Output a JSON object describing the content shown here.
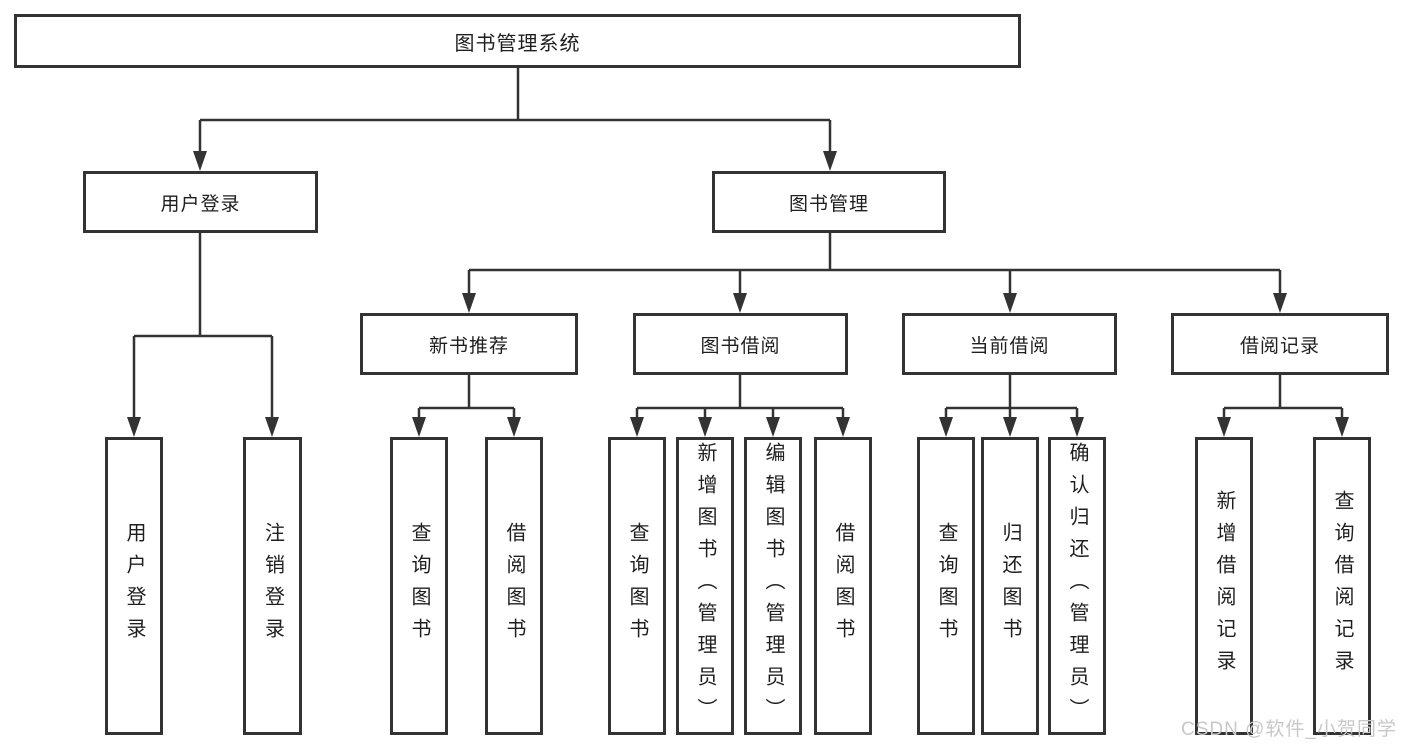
{
  "diagram": {
    "type": "function-structure-tree",
    "colors": {
      "line": "#333333",
      "box_border": "#333333",
      "box_background": "#ffffff",
      "text": "#1f1f1f",
      "watermark": "#c8c8c8"
    },
    "watermark": "CSDN @软件_小贺同学",
    "nodes": {
      "root": {
        "label": "图书管理系统"
      },
      "level2": [
        {
          "label": "用户登录"
        },
        {
          "label": "图书管理"
        }
      ],
      "level3": [
        {
          "label": "新书推荐",
          "parent": "图书管理"
        },
        {
          "label": "图书借阅",
          "parent": "图书管理"
        },
        {
          "label": "当前借阅",
          "parent": "图书管理"
        },
        {
          "label": "借阅记录",
          "parent": "图书管理"
        }
      ],
      "leaves": [
        {
          "label": "用户登录",
          "parent": "用户登录"
        },
        {
          "label": "注销登录",
          "parent": "用户登录"
        },
        {
          "label": "查询图书",
          "parent": "新书推荐"
        },
        {
          "label": "借阅图书",
          "parent": "新书推荐"
        },
        {
          "label": "查询图书",
          "parent": "图书借阅"
        },
        {
          "label": "新增图书（管理员）",
          "parent": "图书借阅"
        },
        {
          "label": "编辑图书（管理员）",
          "parent": "图书借阅"
        },
        {
          "label": "借阅图书",
          "parent": "图书借阅"
        },
        {
          "label": "查询图书",
          "parent": "当前借阅"
        },
        {
          "label": "归还图书",
          "parent": "当前借阅"
        },
        {
          "label": "确认归还（管理员）",
          "parent": "当前借阅"
        },
        {
          "label": "新增借阅记录",
          "parent": "借阅记录"
        },
        {
          "label": "查询借阅记录",
          "parent": "借阅记录"
        }
      ]
    }
  }
}
